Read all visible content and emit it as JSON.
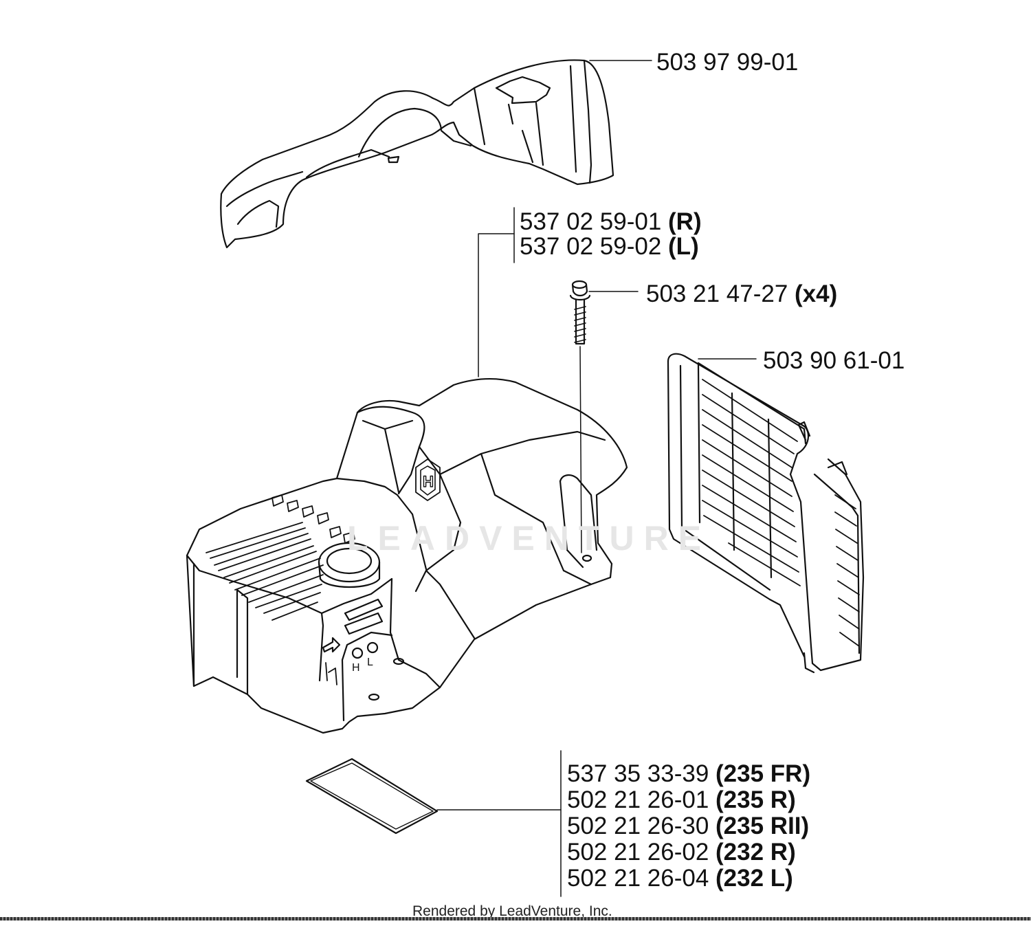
{
  "parts": {
    "top_shield": {
      "part_no": "503 97 99-01"
    },
    "engine_cover": [
      {
        "part_no": "537 02 59-01",
        "variant": "(R)"
      },
      {
        "part_no": "537 02 59-02",
        "variant": "(L)"
      }
    ],
    "screw": {
      "part_no": "503 21 47-27",
      "qty": "(x4)"
    },
    "air_grille": {
      "part_no": "503 90 61-01"
    },
    "decal": [
      {
        "part_no": "537 35 33-39",
        "variant": "(235 FR)"
      },
      {
        "part_no": "502 21 26-01",
        "variant": "(235 R)"
      },
      {
        "part_no": "502 21 26-30",
        "variant": "(235 RII)"
      },
      {
        "part_no": "502 21 26-02",
        "variant": "(232 R)"
      },
      {
        "part_no": "502 21 26-04",
        "variant": "(232 L)"
      }
    ]
  },
  "cover_markings": {
    "adjust_h": "H",
    "adjust_l": "L",
    "brand_mark": "H"
  },
  "watermark": "LEADVENTURE",
  "footer": "Rendered by LeadVenture, Inc."
}
